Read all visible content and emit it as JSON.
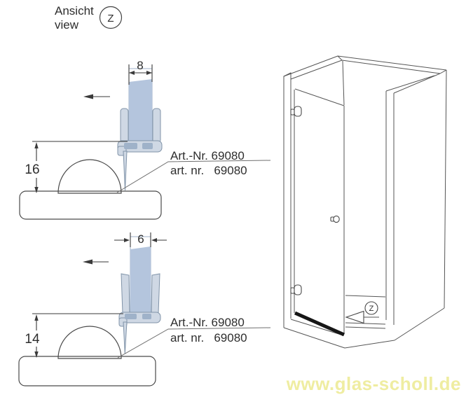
{
  "header": {
    "label_de": "Ansicht",
    "label_en": "view",
    "detail_mark": "Z"
  },
  "colors": {
    "glass": "#b4c5dd",
    "glass_shadow": "#9fb2c9",
    "seal": "#cfd8e4",
    "seal_outline": "#8093a8",
    "drawing_line": "#4a4a4a",
    "text": "#2e2e2e",
    "watermark": "#efeda1"
  },
  "diagrams": [
    {
      "glass_thickness": "8",
      "floor_gap": "16",
      "article_line1": "Art.-Nr. 69080",
      "article_line2": "art. nr.   69080"
    },
    {
      "glass_thickness": "6",
      "floor_gap": "14",
      "article_line1": "Art.-Nr. 69080",
      "article_line2": "art. nr.   69080"
    }
  ],
  "overview": {
    "detail_mark": "Z"
  },
  "watermark": "www.glas-scholl.de"
}
